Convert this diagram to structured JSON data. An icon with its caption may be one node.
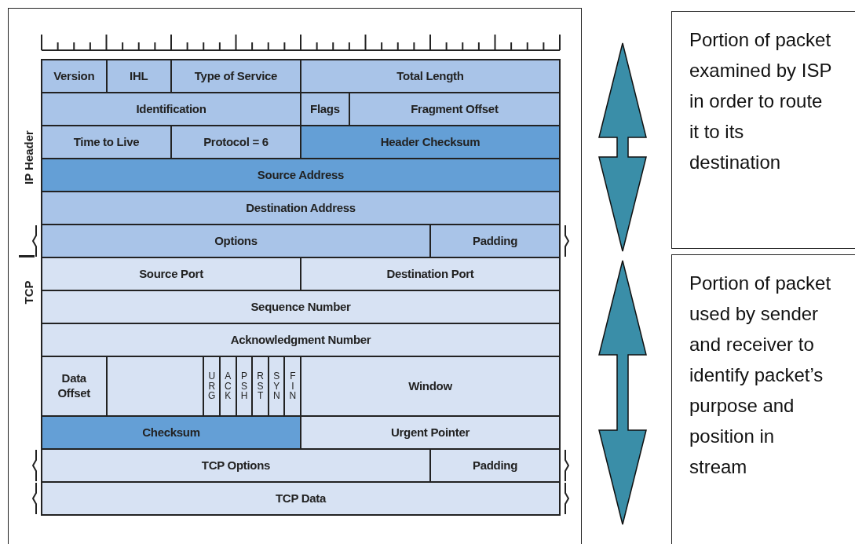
{
  "diagram": {
    "nodes": [
      {
        "text": [
          "Version"
        ]
      },
      {
        "text": [
          "IHL"
        ]
      },
      {
        "text": [
          "Type of Service"
        ]
      },
      {
        "text": [
          "Total Length"
        ]
      },
      {
        "text": [
          "Identification"
        ]
      },
      {
        "text": [
          "Flags"
        ]
      },
      {
        "text": [
          "Fragment Offset"
        ]
      },
      {
        "text": [
          "Time to Live"
        ]
      },
      {
        "text": [
          "Protocol = 6"
        ]
      },
      {
        "text": [
          "Header Checksum"
        ]
      },
      {
        "text": [
          "Source Address"
        ]
      },
      {
        "text": [
          "Destination Address"
        ]
      },
      {
        "text": [
          "Options"
        ]
      },
      {
        "text": [
          "Padding"
        ]
      },
      {
        "text": [
          "Source Port"
        ]
      },
      {
        "text": [
          "Destination Port"
        ]
      },
      {
        "text": [
          "Sequence Number"
        ]
      },
      {
        "text": [
          "Acknowledgment Number"
        ]
      },
      {
        "text": [
          "Data Offset"
        ]
      },
      {
        "text": [],
        "shape": "box"
      },
      {
        "text": [
          "URG"
        ]
      },
      {
        "text": [
          "ACK"
        ]
      },
      {
        "text": [
          "PSH"
        ]
      },
      {
        "text": [
          "RST"
        ]
      },
      {
        "text": [
          "SYN"
        ]
      },
      {
        "text": [
          "FIN"
        ]
      },
      {
        "text": [
          "Window"
        ]
      },
      {
        "text": [
          "Checksum"
        ]
      },
      {
        "text": [
          "Urgent Pointer"
        ]
      },
      {
        "text": [
          "TCP Options"
        ]
      },
      {
        "text": [
          "Padding"
        ]
      },
      {
        "text": [
          "TCP Data"
        ]
      },
      {
        "text": [
          "Portion of packet examined by ISP in order to route it to its destination"
        ]
      },
      {
        "text": [
          "Portion of packet used by sender and receiver to identify packet’s purpose and position in stream"
        ]
      }
    ],
    "labels": [
      "IP Header",
      "TCP"
    ]
  }
}
